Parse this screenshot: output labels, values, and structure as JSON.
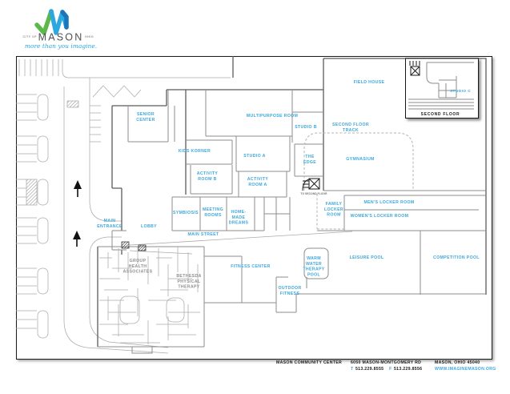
{
  "logo": {
    "city_of": "CITY OF",
    "name": "MASON",
    "state": "OHIO",
    "tagline": "more than you imagine.",
    "mark_green": "#5cb848",
    "mark_blue": "#2BA8E0"
  },
  "inset": {
    "title": "SECOND FLOOR",
    "room": "STUDIO C"
  },
  "rooms": [
    {
      "id": "senior-center",
      "label": [
        "SENIOR",
        "CENTER"
      ]
    },
    {
      "id": "multipurpose-room",
      "label": [
        "MULTIPURPOSE ROOM"
      ]
    },
    {
      "id": "kids-korner",
      "label": [
        "KIDS KORNER"
      ]
    },
    {
      "id": "studio-a",
      "label": [
        "STUDIO A"
      ]
    },
    {
      "id": "studio-b",
      "label": [
        "STUDIO B"
      ]
    },
    {
      "id": "the-edge",
      "label": [
        "THE",
        "EDGE"
      ]
    },
    {
      "id": "field-house",
      "label": [
        "FIELD HOUSE"
      ]
    },
    {
      "id": "second-floor-track",
      "label": [
        "SECOND FLOOR",
        "TRACK"
      ]
    },
    {
      "id": "gymnasium",
      "label": [
        "GYMNASIUM"
      ]
    },
    {
      "id": "activity-room-b",
      "label": [
        "ACTIVITY",
        "ROOM B"
      ]
    },
    {
      "id": "activity-room-a",
      "label": [
        "ACTIVITY",
        "ROOM A"
      ]
    },
    {
      "id": "to-second-floor",
      "label": [
        "TO SECOND FLOOR"
      ]
    },
    {
      "id": "mens-locker-room",
      "label": [
        "MEN'S LOCKER ROOM"
      ]
    },
    {
      "id": "family-locker-room",
      "label": [
        "FAMILY",
        "LOCKER",
        "ROOM"
      ]
    },
    {
      "id": "womens-locker-room",
      "label": [
        "WOMEN'S LOCKER ROOM"
      ]
    },
    {
      "id": "symbiosis",
      "label": [
        "SYMBIOSIS"
      ]
    },
    {
      "id": "meeting-rooms",
      "label": [
        "MEETING",
        "ROOMS"
      ]
    },
    {
      "id": "home-made-dreams",
      "label": [
        "HOME-",
        "MADE",
        "DREAMS"
      ]
    },
    {
      "id": "main-entrance",
      "label": [
        "MAIN",
        "ENTRANCE"
      ]
    },
    {
      "id": "lobby",
      "label": [
        "LOBBY"
      ]
    },
    {
      "id": "main-street",
      "label": [
        "MAIN STREET"
      ]
    },
    {
      "id": "group-health",
      "label": [
        "GROUP",
        "HEALTH",
        "ASSOCIATES"
      ]
    },
    {
      "id": "bethesda",
      "label": [
        "BETHESDA",
        "PHYSICAL",
        "THERAPY"
      ]
    },
    {
      "id": "fitness-center",
      "label": [
        "FITNESS CENTER"
      ]
    },
    {
      "id": "outdoor-fitness",
      "label": [
        "OUTDOOR",
        "FITNESS"
      ]
    },
    {
      "id": "warm-water-pool",
      "label": [
        "WARM",
        "WATER",
        "THERAPY",
        "POOL"
      ]
    },
    {
      "id": "leisure-pool",
      "label": [
        "LEISURE POOL"
      ]
    },
    {
      "id": "competition-pool",
      "label": [
        "COMPETITION POOL"
      ]
    }
  ],
  "footer": {
    "name": "MASON COMMUNITY CENTER",
    "address": "6050 MASON-MONTGOMERY RD",
    "phone_t_label": "T",
    "phone_t": "513.229.8555",
    "phone_f_label": "F",
    "phone_f": "513.229.8556",
    "city": "MASON, OHIO 45040",
    "website": "WWW.IMAGINEMASON.ORG"
  },
  "colors": {
    "accent_blue": "#3EA8DC",
    "label_gray": "#8f8f8f",
    "wall_gray": "#8d8d8d"
  }
}
